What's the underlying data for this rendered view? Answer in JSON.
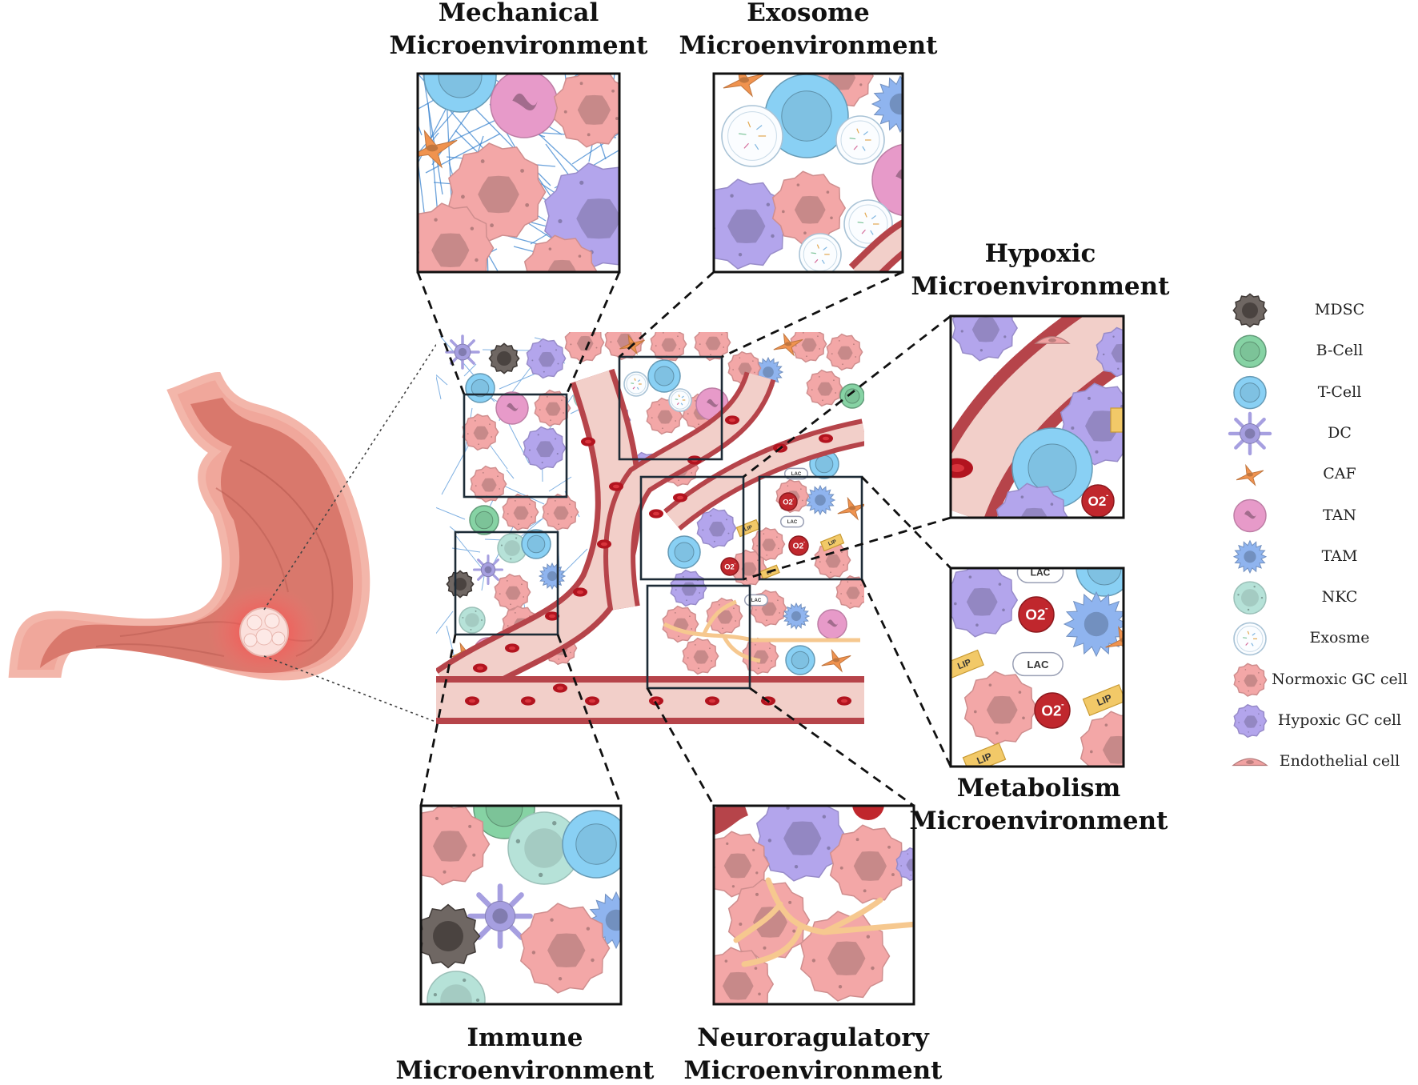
{
  "panels": {
    "mechanical": [
      "Mechanical",
      "Microenvironment"
    ],
    "exosome": [
      "Exosome",
      "Microenvironment"
    ],
    "hypoxic": [
      "Hypoxic",
      "Microenvironment"
    ],
    "metabolism": [
      "Metabolism",
      "Microenvironment"
    ],
    "immune": [
      "Immune",
      "Microenvironment"
    ],
    "neuro": [
      "Neuroragulatory",
      "Microenvironment"
    ]
  },
  "legend": [
    {
      "label": "MDSC",
      "icon": "mdsc-icon",
      "color": "#6f6763"
    },
    {
      "label": "B-Cell",
      "icon": "b-cell-icon",
      "color": "#7cc398"
    },
    {
      "label": "T-Cell",
      "icon": "t-cell-icon",
      "color": "#7fc1e2"
    },
    {
      "label": "DC",
      "icon": "dc-icon",
      "color": "#a69fe0"
    },
    {
      "label": "CAF",
      "icon": "caf-icon",
      "color": "#f0934f"
    },
    {
      "label": "TAN",
      "icon": "tan-icon",
      "color": "#e79ac9"
    },
    {
      "label": "TAM",
      "icon": "tam-icon",
      "color": "#8fb4ef"
    },
    {
      "label": "NKC",
      "icon": "nkc-icon",
      "color": "#b6e2d8"
    },
    {
      "label": "Exosme",
      "icon": "exosome-icon",
      "color": "#c9dbe8"
    },
    {
      "label": "Normoxic GC cell",
      "icon": "normoxic-gc-cell-icon",
      "color": "#f3a7a7"
    },
    {
      "label": "Hypoxic GC cell",
      "icon": "hypoxic-gc-cell-icon",
      "color": "#b3a5ec"
    },
    {
      "label": "Endothelial cell",
      "icon": "endothelial-cell-icon",
      "color": "#f1a2a2"
    }
  ],
  "markers": {
    "lac": "LAC",
    "lip": "LIP",
    "o2": "O2",
    "o2_sup": "-"
  }
}
